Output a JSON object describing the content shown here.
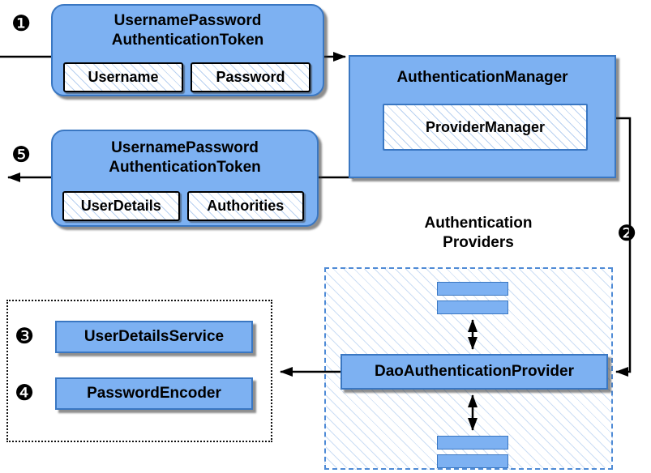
{
  "colors": {
    "node_fill": "#7db1f2",
    "node_border": "#3a77c2",
    "hatch_line": "#7daae4",
    "dashed_border": "#4f8bd6",
    "connector": "#000000",
    "shadow": "#4a4a4a"
  },
  "nodes": {
    "token_request": {
      "title1": "UsernamePassword",
      "title2": "AuthenticationToken",
      "fields": [
        "Username",
        "Password"
      ]
    },
    "auth_manager": {
      "title": "AuthenticationManager",
      "inner": "ProviderManager"
    },
    "token_response": {
      "title1": "UsernamePassword",
      "title2": "AuthenticationToken",
      "fields": [
        "UserDetails",
        "Authorities"
      ]
    },
    "providers_label": {
      "line1": "Authentication",
      "line2": "Providers"
    },
    "dao_provider": {
      "title": "DaoAuthenticationProvider"
    },
    "user_details_service": {
      "title": "UserDetailsService"
    },
    "password_encoder": {
      "title": "PasswordEncoder"
    }
  },
  "steps": {
    "s1": "❶",
    "s2": "❷",
    "s3": "❸",
    "s4": "❹",
    "s5": "❺"
  }
}
